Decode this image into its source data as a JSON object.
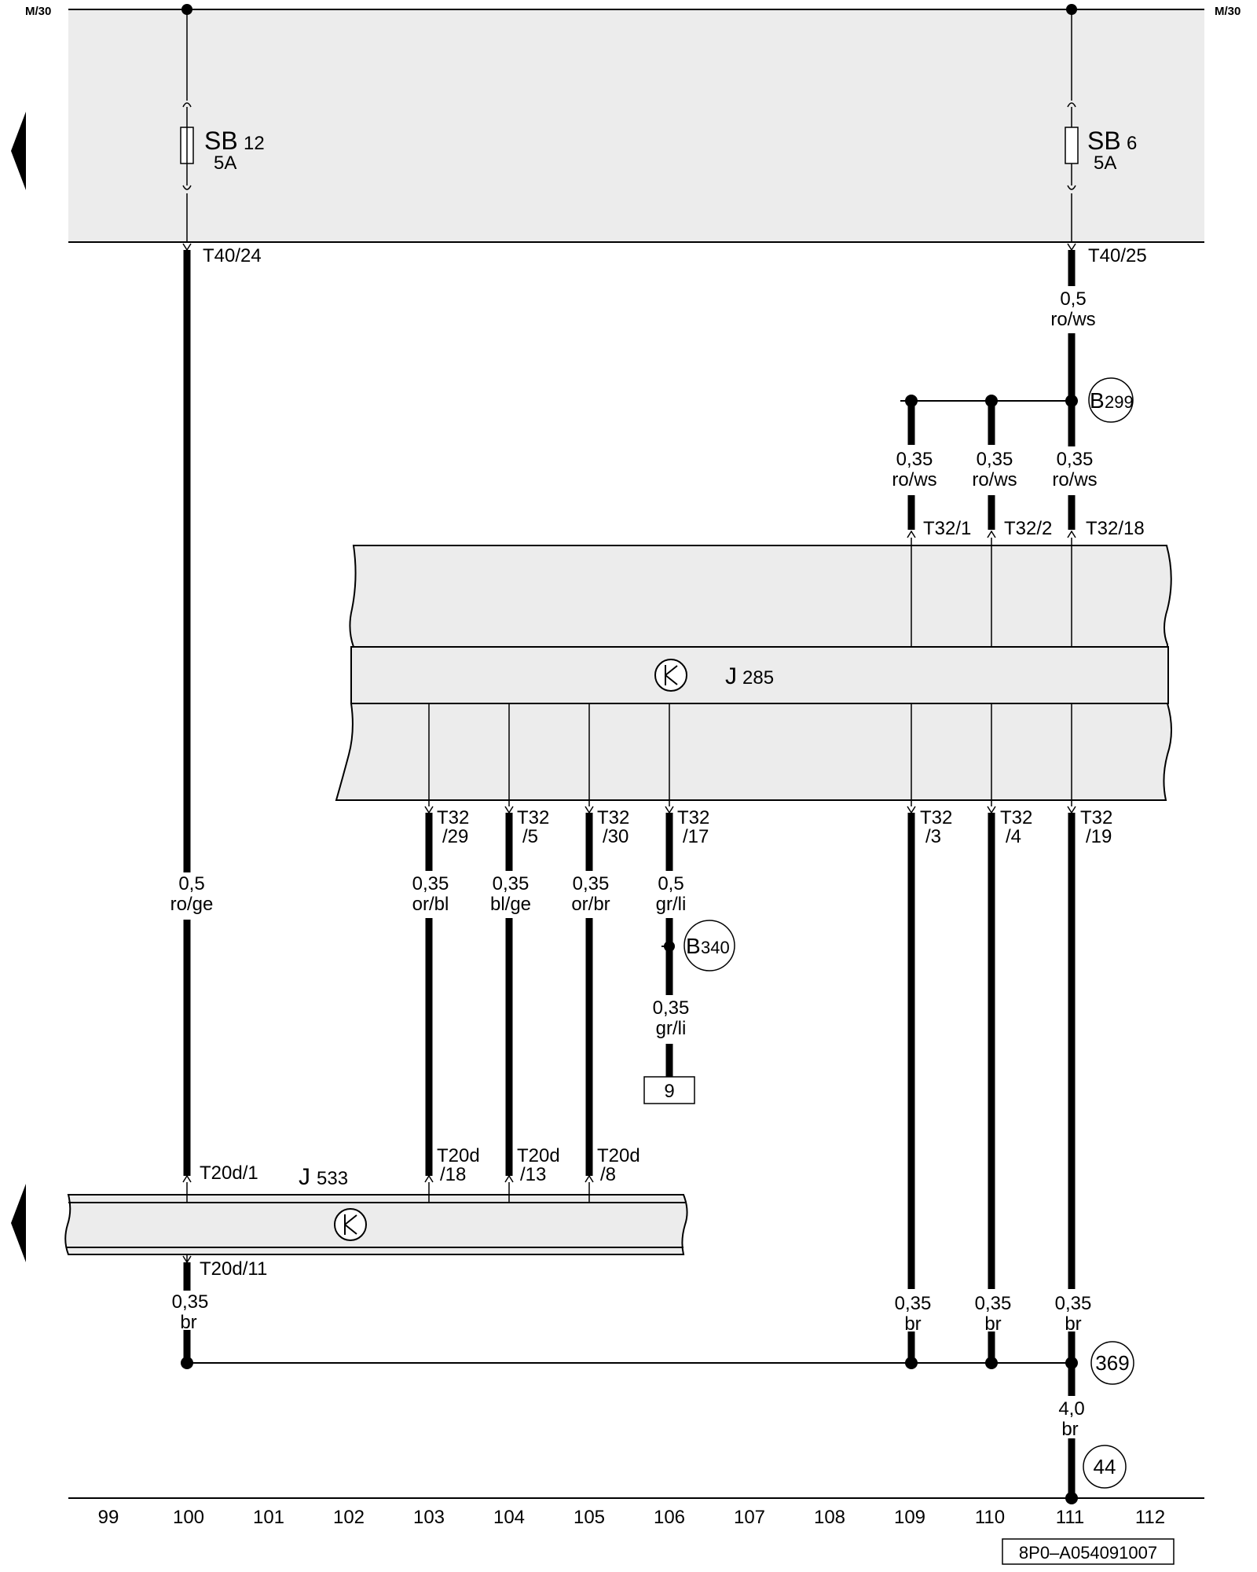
{
  "header": {
    "left_label": "M/30",
    "right_label": "M/30"
  },
  "fuses": [
    {
      "name": "SB",
      "number": "12",
      "rating": "5A"
    },
    {
      "name": "SB",
      "number": "6",
      "rating": "5A"
    }
  ],
  "connectors": {
    "t40_24": "T40/24",
    "t40_25": "T40/25",
    "t32_1": "T32/1",
    "t32_2": "T32/2",
    "t32_18": "T32/18",
    "t32_29": [
      "T32",
      "/29"
    ],
    "t32_5": [
      "T32",
      "/5"
    ],
    "t32_30": [
      "T32",
      "/30"
    ],
    "t32_17": [
      "T32",
      "/17"
    ],
    "t32_3": [
      "T32",
      "/3"
    ],
    "t32_4": [
      "T32",
      "/4"
    ],
    "t32_19": [
      "T32",
      "/19"
    ],
    "t20d_1": "T20d/1",
    "t20d_18": [
      "T20d",
      "/18"
    ],
    "t20d_13": [
      "T20d",
      "/13"
    ],
    "t20d_8": [
      "T20d",
      "/8"
    ],
    "t20d_11": "T20d/11"
  },
  "wires": {
    "w_100_top": [
      "0,5",
      "ro/ge"
    ],
    "w_111_top": [
      "0,5",
      "ro/ws"
    ],
    "w_109_a": [
      "0,35",
      "ro/ws"
    ],
    "w_110_a": [
      "0,35",
      "ro/ws"
    ],
    "w_111_a": [
      "0,35",
      "ro/ws"
    ],
    "w_103": [
      "0,35",
      "or/bl"
    ],
    "w_104": [
      "0,35",
      "bl/ge"
    ],
    "w_105": [
      "0,35",
      "or/br"
    ],
    "w_106_a": [
      "0,5",
      "gr/li"
    ],
    "w_106_b": [
      "0,35",
      "gr/li"
    ],
    "w_100_bot": [
      "0,35",
      "br"
    ],
    "w_109_b": [
      "0,35",
      "br"
    ],
    "w_110_b": [
      "0,35",
      "br"
    ],
    "w_111_b": [
      "0,35",
      "br"
    ],
    "w_111_c": [
      "4,0",
      "br"
    ]
  },
  "components": {
    "j285": {
      "letter": "J",
      "number": "285"
    },
    "j533": {
      "letter": "J",
      "number": "533"
    }
  },
  "splices": {
    "b299": {
      "letter": "B",
      "number": "299"
    },
    "b340": {
      "letter": "B",
      "number": "340"
    }
  },
  "ground_points": {
    "g369": "369",
    "g44": "44"
  },
  "ref_box": "9",
  "grid_numbers": [
    "99",
    "100",
    "101",
    "102",
    "103",
    "104",
    "105",
    "106",
    "107",
    "108",
    "109",
    "110",
    "111",
    "112"
  ],
  "diagram_id": "8P0–A054091007"
}
